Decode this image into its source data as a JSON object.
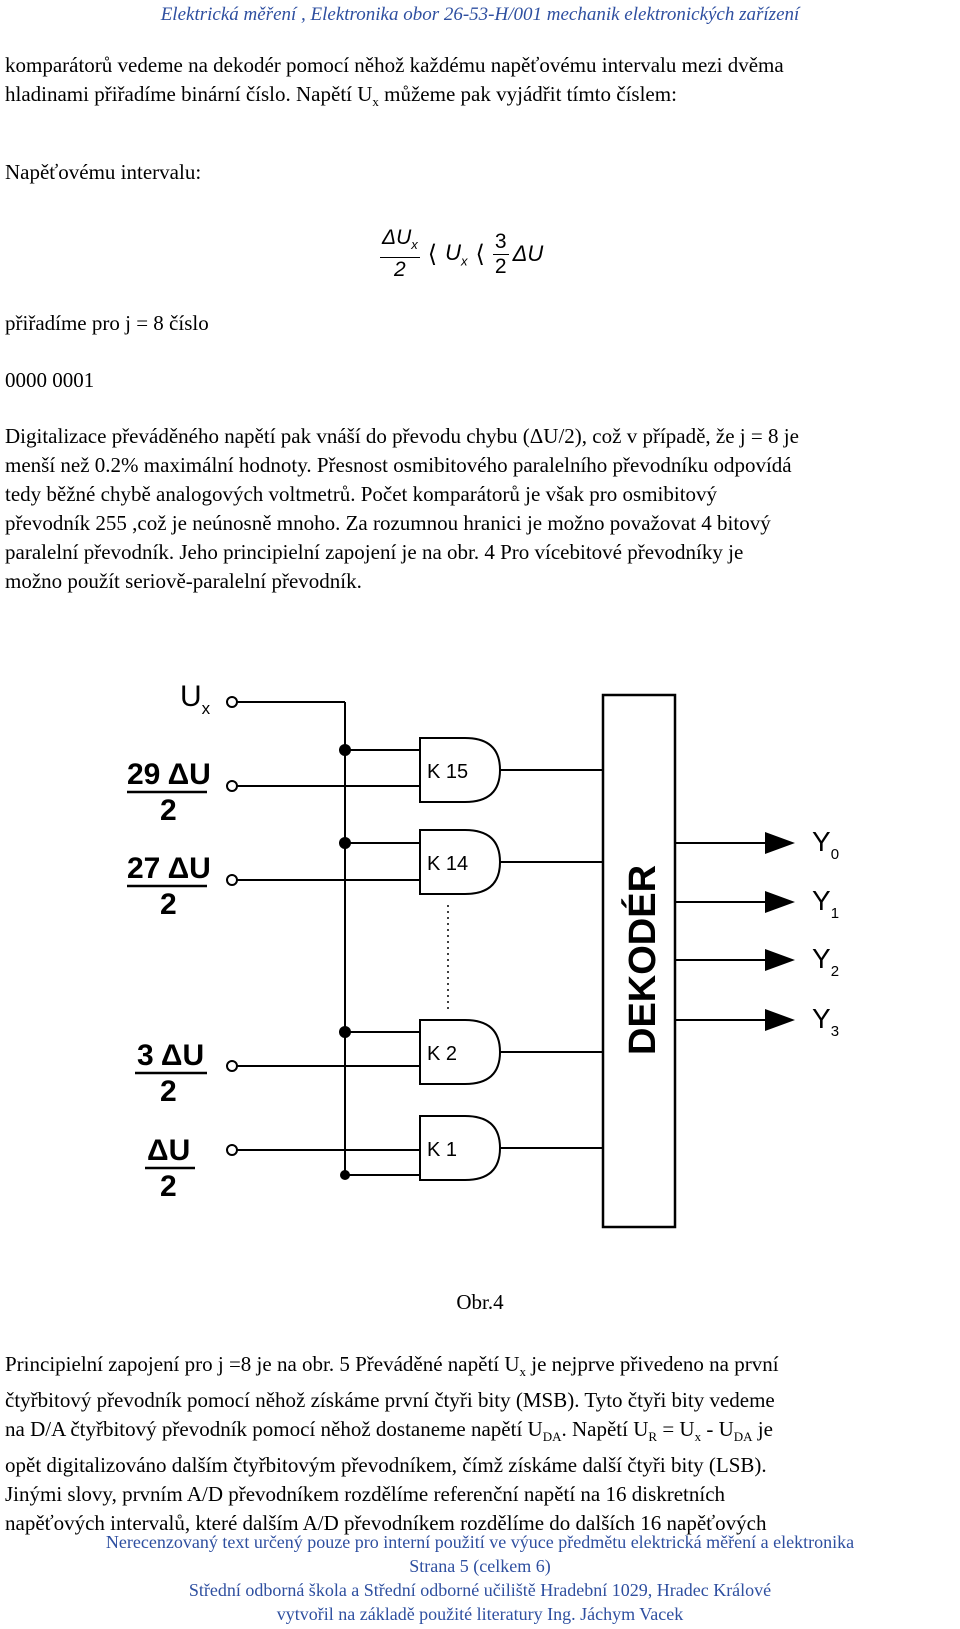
{
  "header": "Elektrická měření , Elektronika obor 26-53-H/001 mechanik elektronických zařízení",
  "para1": {
    "line1": "komparátorů vedeme na dekodér pomocí něhož každému napěťovému intervalu mezi dvěma",
    "line2_a": "hladinami přiřadíme binární číslo. Napětí U",
    "line2_sub": "x",
    "line2_b": " můžeme pak vyjádřit tímto číslem:"
  },
  "interval_label": "Napěťovému intervalu:",
  "formula": {
    "left_num": "ΔU",
    "left_num_sub": "x",
    "left_den": "2",
    "lt1": "⟨",
    "middle": "U",
    "middle_sub": "x",
    "lt2": "⟨",
    "right_num": "3",
    "right_den": "2",
    "right_tail": "ΔU"
  },
  "assign_label": "přiřadíme pro j = 8 číslo",
  "binary_value": "0000 0001",
  "para2": [
    "Digitalizace převáděného napětí pak vnáší do převodu chybu (ΔU/2), což v případě, že j = 8 je",
    "menší než 0.2% maximální hodnoty. Přesnost osmibitového paralelního převodníku odpovídá",
    "tedy běžné chybě analogových voltmetrů. Počet komparátorů je však pro osmibitový",
    "převodník 255 ,což je neúnosně mnoho. Za rozumnou hranici je možno považovat 4 bitový",
    "paralelní převodník. Jeho principielní zapojení je na obr. 4 Pro vícebitové převodníky je",
    "možno použít seriově-paralelní převodník."
  ],
  "diagram": {
    "input_ux": "U",
    "input_ux_sub": "x",
    "inputs": [
      {
        "num": "29 ΔU",
        "den": "2"
      },
      {
        "num": "27 ΔU",
        "den": "2"
      },
      {
        "num": "3 ΔU",
        "den": "2"
      },
      {
        "num": "ΔU",
        "den": "2"
      }
    ],
    "comparators": [
      "K 15",
      "K 14",
      "K 2",
      "K 1"
    ],
    "decoder": "DEKODÉR",
    "outputs": [
      {
        "label": "Y",
        "sub": "0"
      },
      {
        "label": "Y",
        "sub": "1"
      },
      {
        "label": "Y",
        "sub": "2"
      },
      {
        "label": "Y",
        "sub": "3"
      }
    ]
  },
  "caption": "Obr.4",
  "para3": {
    "l1_a": "Principielní zapojení pro j =8 je na obr. 5  Převáděné napětí U",
    "l1_sub": "x",
    "l1_b": " je nejprve přivedeno na první",
    "l2": "čtyřbitový převodník pomocí něhož získáme první čtyři bity (MSB). Tyto čtyři bity vedeme",
    "l3_a": "na D/A čtyřbitový převodník pomocí něhož dostaneme napětí U",
    "l3_sub": "DA",
    "l3_b": ". Napětí U",
    "l3_sub2": "R",
    "l3_c": " = U",
    "l3_sub3": "x",
    "l3_d": " - U",
    "l3_sub4": "DA",
    "l3_e": " je",
    "l4": "opět digitalizováno dalším čtyřbitovým převodníkem, čímž získáme další čtyři bity (LSB).",
    "l5": "Jinými slovy, prvním A/D převodníkem rozdělíme referenční napětí na 16 diskretních",
    "l6": "napěťových intervalů, které dalším A/D převodníkem rozdělíme do dalších 16 napěťových"
  },
  "footer": [
    "Nerecenzovaný text určený pouze pro interní použití ve výuce  předmětu elektrická měření a elektronika",
    "Strana 5 (celkem 6)",
    "Střední odborná škola a Střední odborné učiliště  Hradební 1029, Hradec Králové",
    "vytvořil na základě použité literatury  Ing. Jáchym Vacek"
  ],
  "colors": {
    "footer_blue": "#2e4fa0",
    "line": "#000000"
  }
}
